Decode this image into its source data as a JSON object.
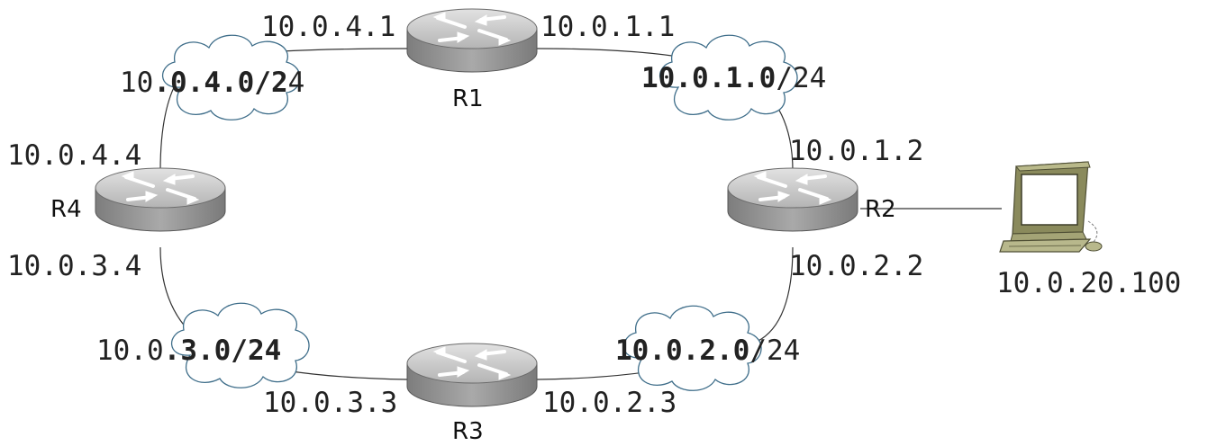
{
  "diagram": {
    "routers": [
      {
        "name": "R1"
      },
      {
        "name": "R2"
      },
      {
        "name": "R3"
      },
      {
        "name": "R4"
      }
    ],
    "networks": [
      {
        "prefix": "10",
        "bold": ".0.4.0/2",
        "suffix": "4"
      },
      {
        "prefix": "",
        "bold": "10.0.1.0",
        "suffix": "/24"
      },
      {
        "prefix": "",
        "bold": "10.0.2.0",
        "suffix": "/24"
      },
      {
        "prefix": "10.0",
        "bold": ".3.0/24",
        "suffix": ""
      }
    ],
    "interfaces": {
      "r1_left": "10.0.4.1",
      "r1_right": "10.0.1.1",
      "r2_top": "10.0.1.2",
      "r2_bottom": "10.0.2.2",
      "r3_left": "10.0.3.3",
      "r3_right": "10.0.2.3",
      "r4_top": "10.0.4.4",
      "r4_bottom": "10.0.3.4"
    },
    "host": {
      "address": "10.0.20.100",
      "icon": "computer-icon"
    },
    "colors": {
      "router_top": "#c8c8c8",
      "router_side": "#8f8f8f",
      "cloud_stroke": "#3f6e8a",
      "link": "#333333"
    }
  }
}
